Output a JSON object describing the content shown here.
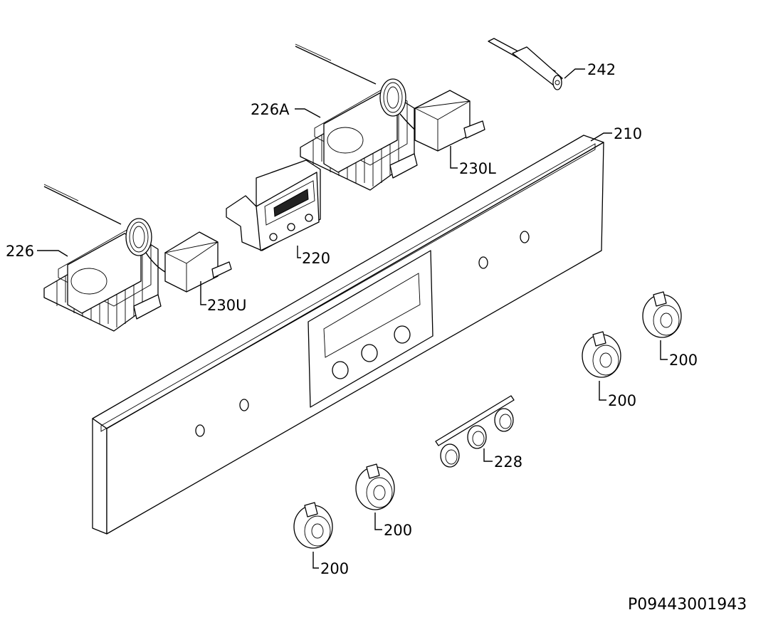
{
  "labels": {
    "l210": "210",
    "l220": "220",
    "l226": "226",
    "l226A": "226A",
    "l228": "228",
    "l230U": "230U",
    "l230L": "230L",
    "l242": "242",
    "l200a": "200",
    "l200b": "200",
    "l200c": "200",
    "l200d": "200"
  },
  "footer": {
    "drawing_code": "P09443001943"
  }
}
